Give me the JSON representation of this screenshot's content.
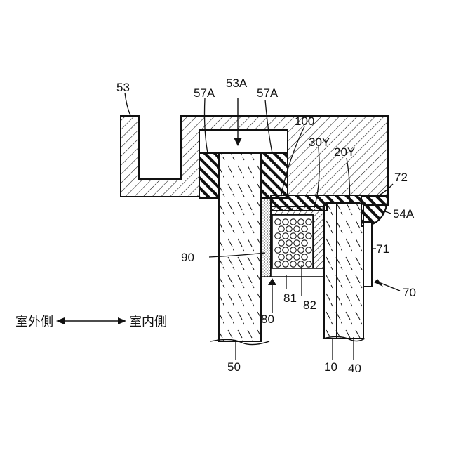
{
  "labels": {
    "l53": "53",
    "l53A": "53A",
    "l57A_left": "57A",
    "l57A_right": "57A",
    "l100": "100",
    "l30Y": "30Y",
    "l20Y": "20Y",
    "l72": "72",
    "l54A": "54A",
    "l90": "90",
    "l71": "71",
    "l70": "70",
    "l81": "81",
    "l82": "82",
    "l80": "80",
    "l50": "50",
    "l10": "10",
    "l40": "40"
  },
  "direction": {
    "outdoor": "室外側",
    "indoor": "室内側"
  },
  "colors": {
    "line": "#111111",
    "background": "#ffffff"
  }
}
